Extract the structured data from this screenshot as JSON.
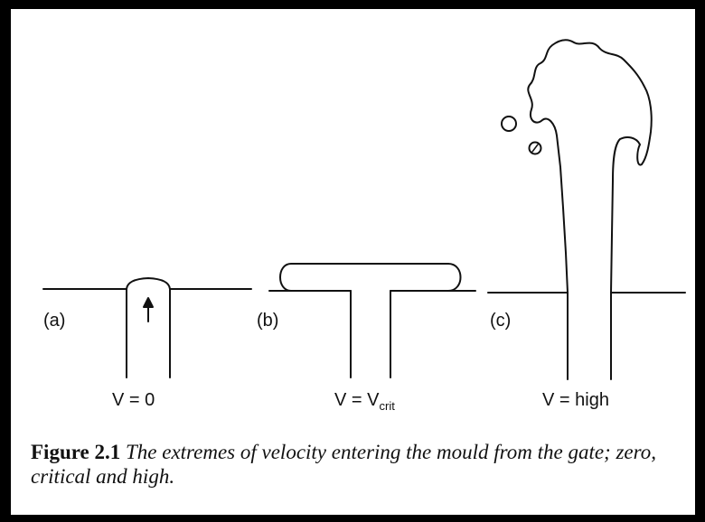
{
  "figure": {
    "panels": [
      {
        "id": "a",
        "label": "(a)",
        "velocity_prefix": "V = ",
        "velocity_main": "0",
        "velocity_sub": ""
      },
      {
        "id": "b",
        "label": "(b)",
        "velocity_prefix": "V = ",
        "velocity_main": "V",
        "velocity_sub": "crit"
      },
      {
        "id": "c",
        "label": "(c)",
        "velocity_prefix": "V = ",
        "velocity_main": "high",
        "velocity_sub": ""
      }
    ],
    "caption": {
      "number": "Figure 2.1",
      "text": "The extremes of velocity entering the mould from the gate; zero, critical and high."
    }
  }
}
